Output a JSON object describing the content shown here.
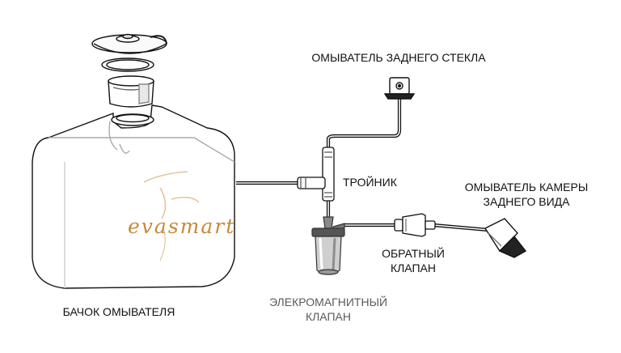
{
  "labels": {
    "rear_glass_washer": "ОМЫВАТЕЛЬ ЗАДНЕГО СТЕКЛА",
    "tee": "ТРОЙНИК",
    "rear_camera_washer_line1": "ОМЫВАТЕЛЬ КАМЕРЫ",
    "rear_camera_washer_line2": "ЗАДНЕГО ВИДА",
    "check_valve_line1": "ОБРАТНЫЙ",
    "check_valve_line2": "КЛАПАН",
    "solenoid_valve_line1": "ЭЛЕКРОМАГНИТНЫЙ",
    "solenoid_valve_line2": "КЛАПАН",
    "washer_tank": "БАЧОК ОМЫВАТЕЛЯ"
  },
  "tank_logo": "evasmart",
  "colors": {
    "line": "#111111",
    "logo": "#c8893a",
    "logo_shadow": "#e3c49b",
    "metal": "#9a9a9a"
  }
}
